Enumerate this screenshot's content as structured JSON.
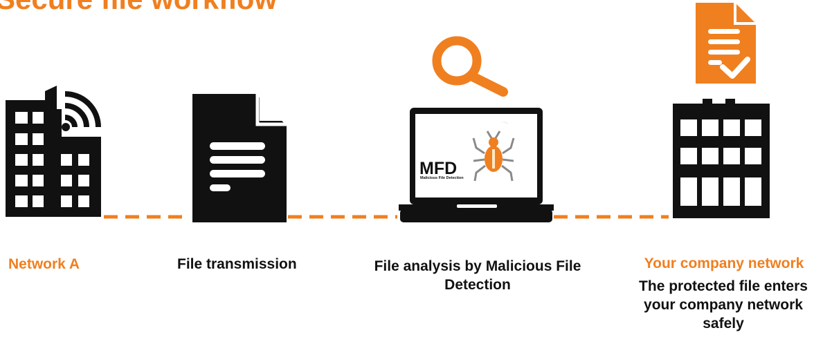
{
  "title": "Secure file workflow",
  "colors": {
    "accent": "#f07f1f",
    "icon": "#111111",
    "connector": "#f07f1f"
  },
  "steps": [
    {
      "icon": "building-wifi-icon",
      "label": "Network A",
      "description": ""
    },
    {
      "icon": "document-icon",
      "label": "File transmission",
      "description": ""
    },
    {
      "icon": "laptop-scan-icon",
      "label": "File analysis by Malicious File Detection",
      "description": ""
    },
    {
      "icon": "building-protected-file-icon",
      "label": "Your company network",
      "description": "The protected file enters your company network safely"
    }
  ],
  "mfd_logo": {
    "acronym": "MFD",
    "subtitle": "Malicious File Detection"
  }
}
